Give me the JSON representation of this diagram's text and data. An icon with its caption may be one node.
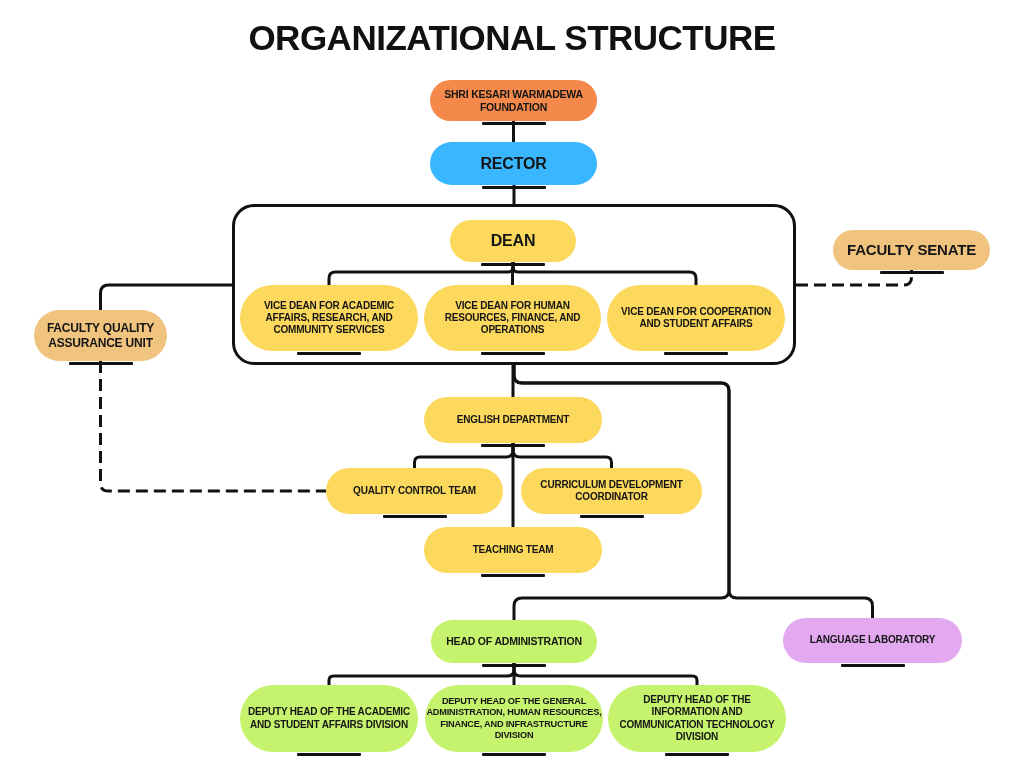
{
  "diagram": {
    "title": "ORGANIZATIONAL STRUCTURE",
    "nodes": [
      {
        "text": [
          "SHRI KESARI WARMADEWA FOUNDATION"
        ]
      },
      {
        "text": [
          "RECTOR"
        ]
      },
      {
        "text": [],
        "shape": "box"
      },
      {
        "text": [
          "DEAN"
        ],
        "in": 2
      },
      {
        "text": [
          "VICE DEAN FOR ACADEMIC AFFAIRS, RESEARCH, AND COMMUNITY SERVICES"
        ],
        "in": 2
      },
      {
        "text": [
          "VICE DEAN FOR HUMAN RESOURCES, FINANCE, AND OPERATIONS"
        ],
        "in": 2
      },
      {
        "text": [
          "VICE DEAN FOR COOPERATION AND STUDENT AFFAIRS"
        ],
        "in": 2
      },
      {
        "text": [
          "FACULTY SENATE"
        ]
      },
      {
        "text": [
          "FACULTY QUALITY ASSURANCE UNIT"
        ]
      },
      {
        "text": [
          "ENGLISH DEPARTMENT"
        ]
      },
      {
        "text": [
          "QUALITY CONTROL TEAM"
        ]
      },
      {
        "text": [
          "CURRICULUM DEVELOPMENT COORDINATOR"
        ]
      },
      {
        "text": [
          "TEACHING TEAM"
        ]
      },
      {
        "text": [
          "HEAD OF ADMINISTRATION"
        ]
      },
      {
        "text": [
          "LANGUAGE LABORATORY"
        ]
      },
      {
        "text": [
          "DEPUTY HEAD OF THE ACADEMIC AND STUDENT AFFAIRS DIVISION"
        ]
      },
      {
        "text": [
          "DEPUTY HEAD OF THE GENERAL ADMINISTRATION, HUMAN RESOURCES, FINANCE, AND INFRASTRUCTURE DIVISION"
        ]
      },
      {
        "text": [
          "DEPUTY HEAD OF THE INFORMATION AND COMMUNICATION TECHNOLOGY DIVISION"
        ]
      }
    ],
    "edges": [
      {
        "from": 0,
        "to": 1,
        "arrow": "none"
      },
      {
        "from": 1,
        "to": 2,
        "arrow": "none"
      },
      {
        "from": 3,
        "to": 4,
        "arrow": "none"
      },
      {
        "from": 3,
        "to": 5,
        "arrow": "none"
      },
      {
        "from": 3,
        "to": 6,
        "arrow": "none"
      },
      {
        "from": 2,
        "to": 8,
        "arrow": "none"
      },
      {
        "from": 2,
        "to": 7,
        "arrow": "none",
        "style": "dashed"
      },
      {
        "from": 2,
        "to": 9,
        "arrow": "none"
      },
      {
        "from": 9,
        "to": 10,
        "arrow": "none"
      },
      {
        "from": 9,
        "to": 11,
        "arrow": "none"
      },
      {
        "from": 9,
        "to": 12,
        "arrow": "none"
      },
      {
        "from": 8,
        "to": 10,
        "arrow": "none",
        "style": "dashed"
      },
      {
        "from": 2,
        "to": 13,
        "arrow": "none"
      },
      {
        "from": 2,
        "to": 14,
        "arrow": "none"
      },
      {
        "from": 13,
        "to": 15,
        "arrow": "none"
      },
      {
        "from": 13,
        "to": 16,
        "arrow": "none"
      },
      {
        "from": 13,
        "to": 17,
        "arrow": "none"
      }
    ]
  }
}
